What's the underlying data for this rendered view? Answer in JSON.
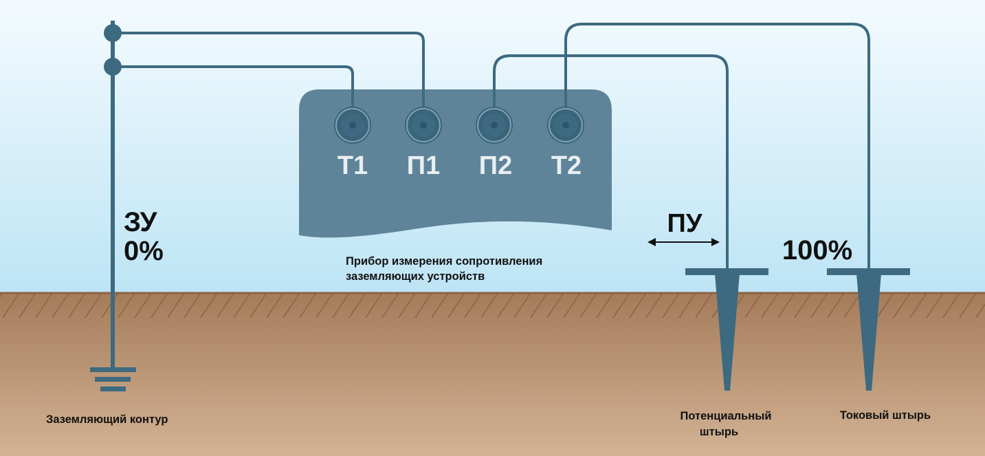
{
  "device": {
    "terminals": [
      "Т1",
      "П1",
      "П2",
      "Т2"
    ],
    "caption_line1": "Прибор измерения сопротивления",
    "caption_line2": "заземляющих устройств"
  },
  "grounding": {
    "label_zu": "ЗУ",
    "label_percent": "0%",
    "caption": "Заземляющий контур"
  },
  "potential": {
    "label_pu": "ПУ",
    "caption_line1": "Потенциальный",
    "caption_line2": "штырь"
  },
  "current": {
    "label_percent": "100%",
    "caption": "Токовый штырь"
  },
  "colors": {
    "sky_top": "#f4fbfe",
    "sky_bottom": "#bde4f5",
    "ground_top": "#a57c5a",
    "ground_bottom": "#d2b395",
    "device": "#5f8499",
    "wire": "#3d6a80",
    "text_dark": "#111111",
    "terminal_label": "#e8eef2"
  }
}
